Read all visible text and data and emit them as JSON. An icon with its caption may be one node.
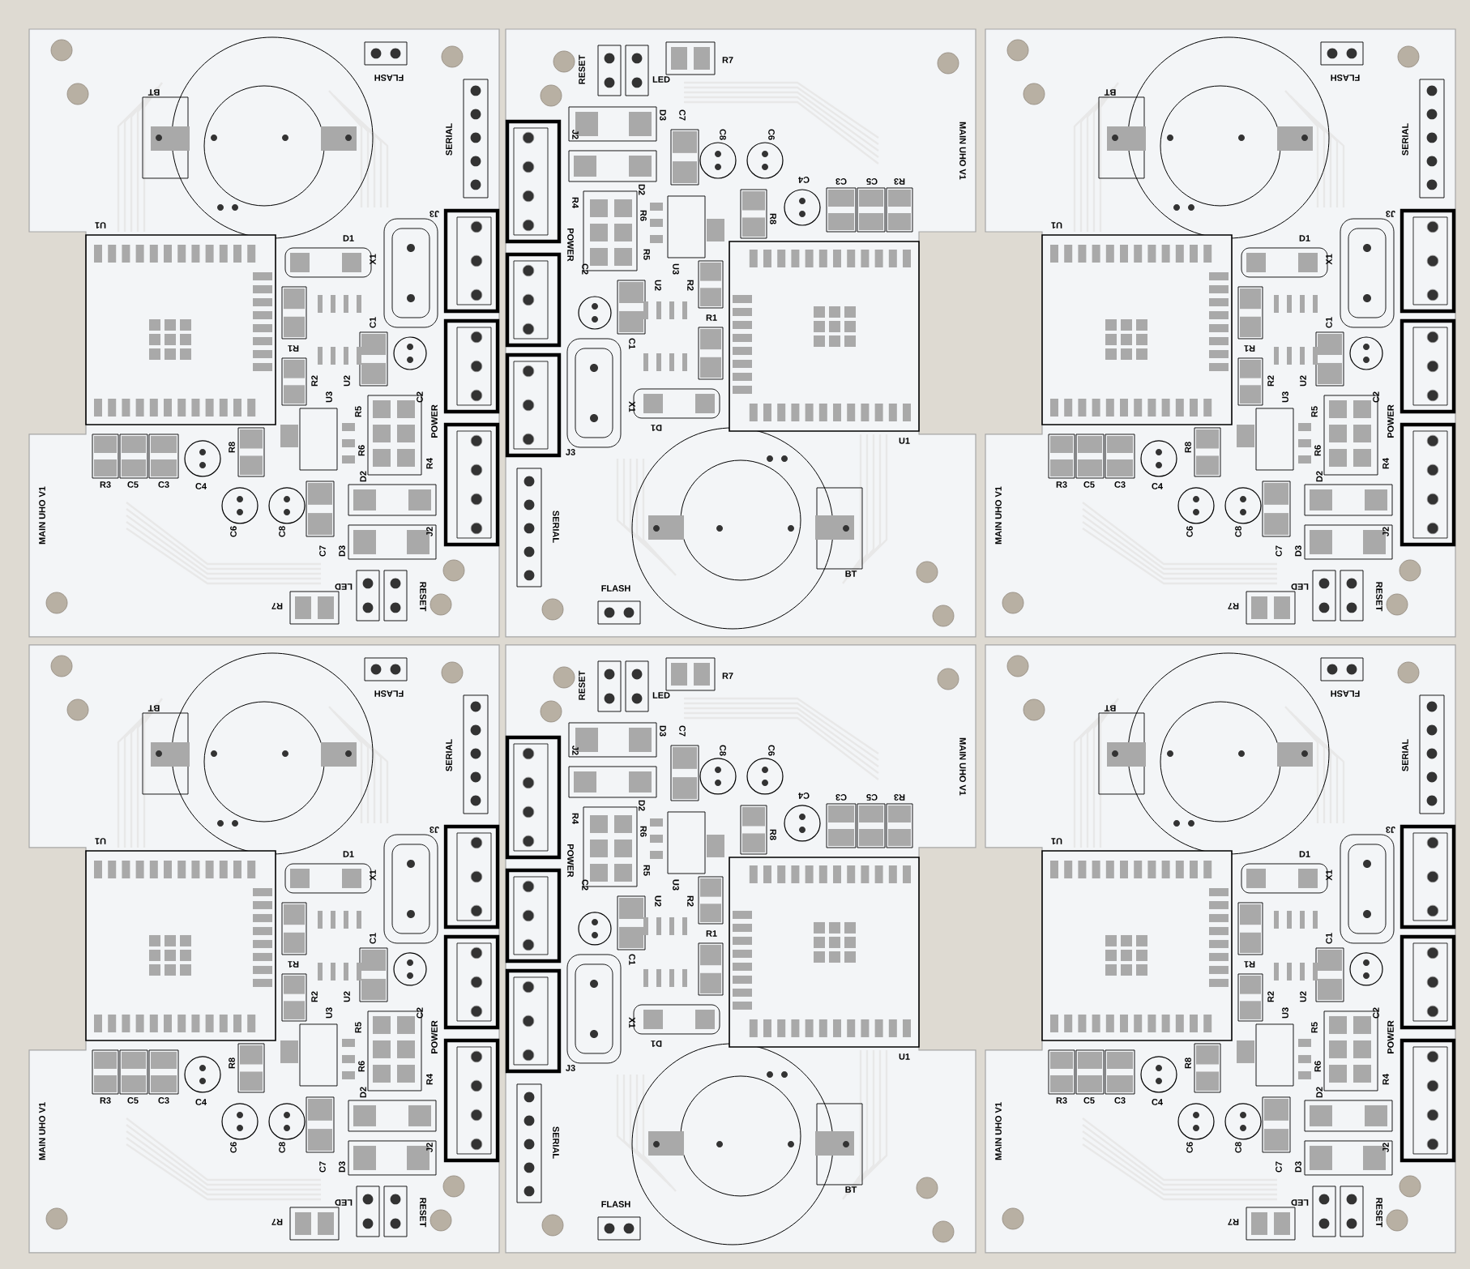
{
  "diagram": {
    "nodes": [
      {
        "text": [
          "BT",
          "FLASH",
          "SERIAL",
          "U1",
          "D1",
          "X1",
          "J3",
          "C1",
          "C2",
          "POWER",
          "R1",
          "R2",
          "U2",
          "U3",
          "R5",
          "R6",
          "R4",
          "D2",
          "J2",
          "D3",
          "C7",
          "R8",
          "R3",
          "C5",
          "C3",
          "C4",
          "C6",
          "C8",
          "MAIN UHO V1",
          "LED",
          "RESET",
          "R7"
        ]
      },
      {
        "text": [
          "BT",
          "FLASH",
          "SERIAL",
          "U1",
          "D1",
          "X1",
          "J3",
          "C1",
          "C2",
          "POWER",
          "R1",
          "R2",
          "U2",
          "U3",
          "R5",
          "R6",
          "R4",
          "D2",
          "J2",
          "D3",
          "C7",
          "R8",
          "R3",
          "C5",
          "C3",
          "C4",
          "C6",
          "C8",
          "MAIN UHO V1",
          "LED",
          "RESET",
          "R7"
        ]
      },
      {
        "text": [
          "BT",
          "FLASH",
          "SERIAL",
          "U1",
          "D1",
          "X1",
          "J3",
          "C1",
          "C2",
          "POWER",
          "R1",
          "R2",
          "U2",
          "U3",
          "R5",
          "R6",
          "R4",
          "D2",
          "J2",
          "D3",
          "C7",
          "R8",
          "R3",
          "C5",
          "C3",
          "C4",
          "C6",
          "C8",
          "MAIN UHO V1",
          "LED",
          "RESET",
          "R7"
        ]
      },
      {
        "text": [
          "BT",
          "FLASH",
          "SERIAL",
          "U1",
          "D1",
          "X1",
          "J3",
          "C1",
          "C2",
          "POWER",
          "R1",
          "R2",
          "U2",
          "U3",
          "R5",
          "R6",
          "R4",
          "D2",
          "J2",
          "D3",
          "C7",
          "R8",
          "R3",
          "C5",
          "C3",
          "C4",
          "C6",
          "C8",
          "MAIN UHO V1",
          "LED",
          "RESET",
          "R7"
        ]
      },
      {
        "text": [
          "BT",
          "FLASH",
          "SERIAL",
          "U1",
          "D1",
          "X1",
          "J3",
          "C1",
          "C2",
          "POWER",
          "R1",
          "R2",
          "U2",
          "U3",
          "R5",
          "R6",
          "R4",
          "D2",
          "J2",
          "D3",
          "C7",
          "R8",
          "R3",
          "C5",
          "C3",
          "C4",
          "C6",
          "C8",
          "MAIN UHO V1",
          "LED",
          "RESET",
          "R7"
        ]
      },
      {
        "text": [
          "BT",
          "FLASH",
          "SERIAL",
          "U1",
          "D1",
          "X1",
          "J3",
          "C1",
          "C2",
          "POWER",
          "R1",
          "R2",
          "U2",
          "U3",
          "R5",
          "R6",
          "R4",
          "D2",
          "J2",
          "D3",
          "C7",
          "R8",
          "R3",
          "C5",
          "C3",
          "C4",
          "C6",
          "C8",
          "MAIN UHO V1",
          "LED",
          "RESET",
          "R7"
        ]
      }
    ]
  }
}
